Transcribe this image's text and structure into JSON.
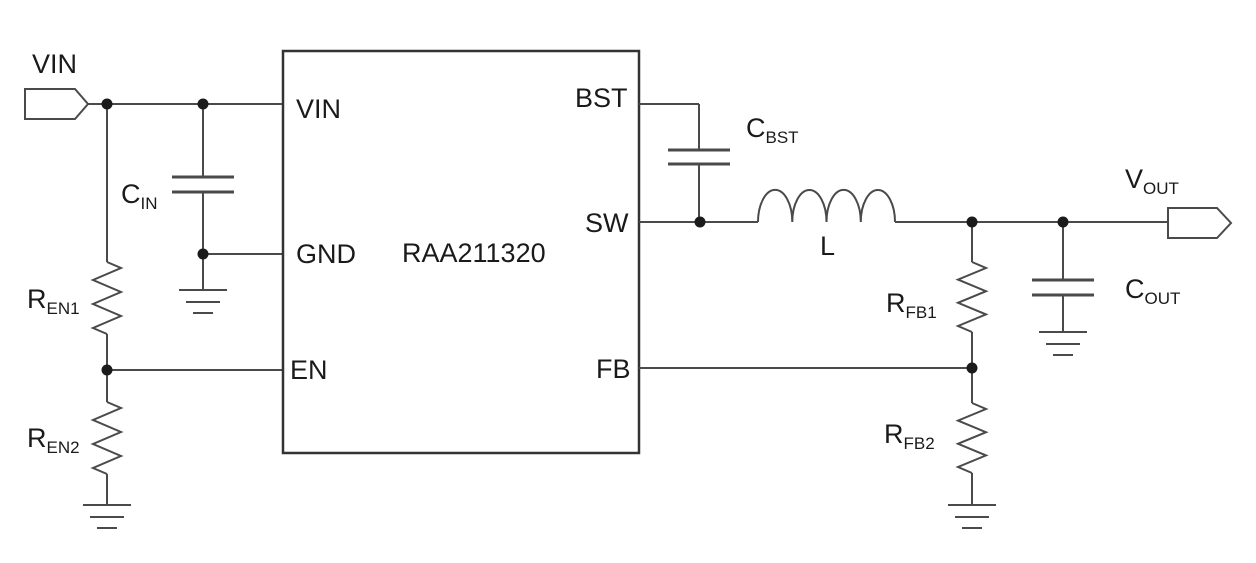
{
  "ic": {
    "part_number": "RAA211320",
    "pins": {
      "vin": "VIN",
      "gnd": "GND",
      "en": "EN",
      "bst": "BST",
      "sw": "SW",
      "fb": "FB"
    }
  },
  "terminals": {
    "vin": {
      "label": "VIN"
    },
    "vout": {
      "main": "V",
      "sub": "OUT"
    }
  },
  "components": {
    "cin": {
      "main": "C",
      "sub": "IN"
    },
    "cbst": {
      "main": "C",
      "sub": "BST"
    },
    "cout": {
      "main": "C",
      "sub": "OUT"
    },
    "ren1": {
      "main": "R",
      "sub": "EN1"
    },
    "ren2": {
      "main": "R",
      "sub": "EN2"
    },
    "rfb1": {
      "main": "R",
      "sub": "FB1"
    },
    "rfb2": {
      "main": "R",
      "sub": "FB2"
    },
    "inductor": {
      "label": "L"
    }
  },
  "colors": {
    "wire": "#4a4a4a",
    "ic_border": "#333333",
    "text": "#1a1a1a",
    "junction_dot": "#1b1b1b",
    "background": "#ffffff"
  }
}
